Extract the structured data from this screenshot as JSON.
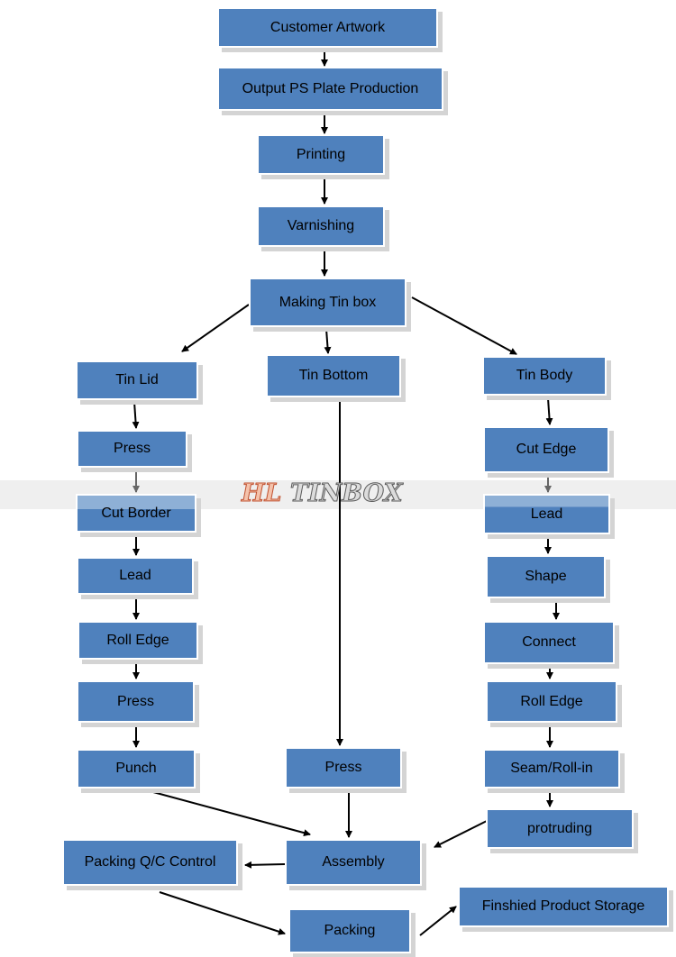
{
  "steps": {
    "customer_artwork": "Customer Artwork",
    "output_ps_plate": "Output PS Plate Production",
    "printing": "Printing",
    "varnishing": "Varnishing",
    "making_tin_box": "Making Tin box",
    "tin_lid": "Tin Lid",
    "tin_bottom": "Tin Bottom",
    "tin_body": "Tin Body",
    "lid_press_1": "Press",
    "lid_cut_border": "Cut Border",
    "lid_lead": "Lead",
    "lid_roll_edge": "Roll Edge",
    "lid_press_2": "Press",
    "lid_punch": "Punch",
    "bottom_press": "Press",
    "body_cut_edge": "Cut Edge",
    "body_lead": "Lead",
    "body_shape": "Shape",
    "body_connect": "Connect",
    "body_roll_edge": "Roll Edge",
    "body_seam": "Seam/Roll-in",
    "body_protruding": "protruding",
    "assembly": "Assembly",
    "packing_qc": "Packing Q/C Control",
    "packing": "Packing",
    "finished_storage": "Finshied Product Storage"
  },
  "watermark": {
    "part1": "HL",
    "part2": "TINBOX"
  },
  "colors": {
    "box_fill": "#4f81bd",
    "box_border": "#ffffff",
    "shadow": "#d4d4d4",
    "arrow": "#000000"
  }
}
